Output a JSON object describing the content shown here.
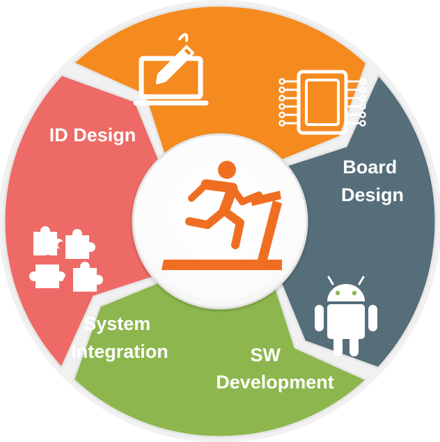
{
  "diagram": {
    "center_icon": "treadmill-runner-icon",
    "segments": [
      {
        "id": "id-design",
        "lines": [
          "ID Design"
        ],
        "color": "#F58A1F",
        "icon": "pen-tablet-icon"
      },
      {
        "id": "board-design",
        "lines": [
          "Board",
          "Design"
        ],
        "color": "#566E7A",
        "icon": "circuit-chip-icon"
      },
      {
        "id": "sw-development",
        "lines": [
          "SW",
          "Development"
        ],
        "color": "#8DB74E",
        "icon": "android-robot-icon"
      },
      {
        "id": "system-integration",
        "lines": [
          "System",
          "Integration"
        ],
        "color": "#EE6A66",
        "icon": "puzzle-pieces-icon"
      }
    ],
    "center_icon_color": "#F06E22",
    "ring_edge_color": "#E6E6E6"
  }
}
